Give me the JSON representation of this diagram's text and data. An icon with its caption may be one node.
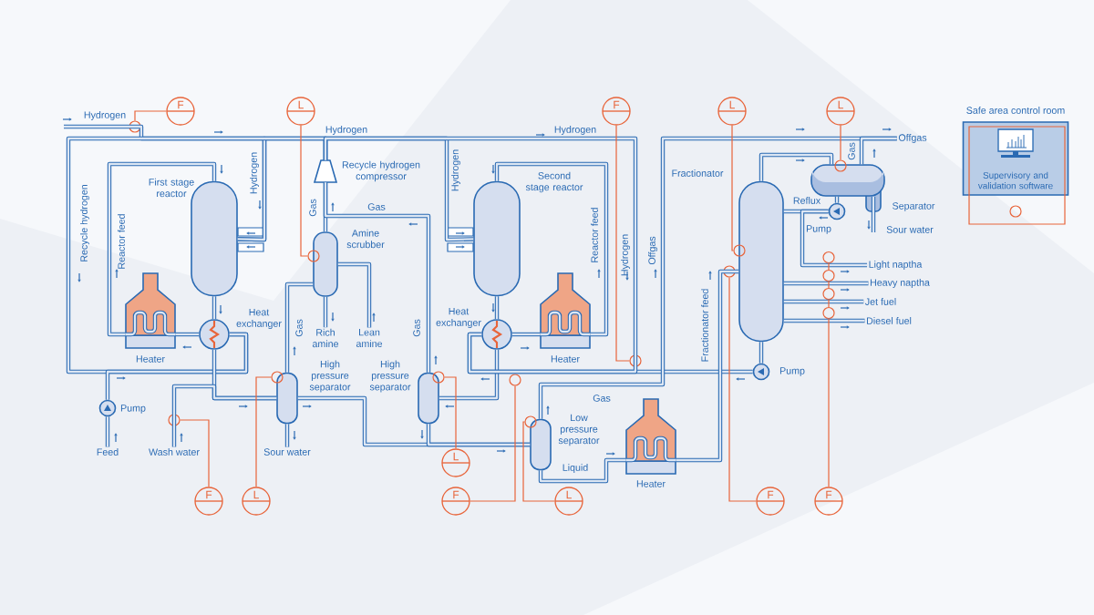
{
  "diagram": {
    "nodes": [
      {
        "text": [
          "First stage reactor"
        ]
      },
      {
        "text": [
          "Heater"
        ]
      },
      {
        "text": [
          "Heat exchanger"
        ]
      },
      {
        "text": [
          "Recycle hydrogen compressor"
        ]
      },
      {
        "text": [
          "Amine scrubber"
        ]
      },
      {
        "text": [
          "High pressure separator"
        ]
      },
      {
        "text": [
          "High pressure separator"
        ]
      },
      {
        "text": [
          "Second stage reactor"
        ]
      },
      {
        "text": [
          "Heat exchanger"
        ]
      },
      {
        "text": [
          "Heater"
        ]
      },
      {
        "text": [
          "Low pressure separator"
        ]
      },
      {
        "text": [
          "Heater"
        ]
      },
      {
        "text": [
          "Fractionator"
        ]
      },
      {
        "text": [
          "Separator"
        ]
      },
      {
        "text": [
          "Pump"
        ]
      },
      {
        "text": [
          "Pump"
        ]
      },
      {
        "text": [
          "Pump"
        ]
      },
      {
        "text": [
          "Safe area control room",
          "Supervisory and validation software"
        ]
      },
      {
        "text": [
          "F"
        ]
      },
      {
        "text": [
          "L"
        ]
      },
      {
        "text": [
          "F"
        ]
      },
      {
        "text": [
          "L"
        ]
      },
      {
        "text": [
          "L"
        ]
      },
      {
        "text": [
          "F"
        ]
      },
      {
        "text": [
          "L"
        ]
      },
      {
        "text": [
          "L"
        ]
      },
      {
        "text": [
          "F"
        ]
      },
      {
        "text": [
          "L"
        ]
      },
      {
        "text": [
          "F"
        ]
      },
      {
        "text": [
          "F"
        ]
      },
      {
        "text": [],
        "shape": "circle"
      },
      {
        "text": [],
        "shape": "circle"
      },
      {
        "text": [],
        "shape": "circle"
      },
      {
        "text": [],
        "shape": "circle"
      },
      {
        "text": [],
        "shape": "circle"
      },
      {
        "text": [],
        "shape": "circle"
      },
      {
        "text": [],
        "shape": "circle"
      },
      {
        "text": [],
        "shape": "circle"
      },
      {
        "text": [],
        "shape": "circle"
      },
      {
        "text": [],
        "shape": "circle"
      },
      {
        "text": [],
        "shape": "circle"
      },
      {
        "text": [],
        "shape": "circle"
      },
      {
        "text": [],
        "shape": "circle"
      },
      {
        "text": [],
        "shape": "circle"
      },
      {
        "text": [],
        "shape": "circle"
      },
      {
        "text": [
          "Feed"
        ]
      },
      {
        "text": [
          "Wash water"
        ]
      },
      {
        "text": [
          "Sour water"
        ]
      },
      {
        "text": [
          "Rich amine"
        ]
      },
      {
        "text": [
          "Lean amine"
        ]
      },
      {
        "text": [
          "Offgas"
        ]
      },
      {
        "text": [
          "Light naptha"
        ]
      },
      {
        "text": [
          "Heavy naptha"
        ]
      },
      {
        "text": [
          "Jet fuel"
        ]
      },
      {
        "text": [
          "Diesel fuel"
        ]
      }
    ],
    "edges": [
      {
        "from": null,
        "to": 0,
        "arrow": "none"
      },
      {
        "from": 3,
        "to": 0,
        "arrow": "none"
      },
      {
        "from": 3,
        "to": 7,
        "arrow": "none"
      },
      {
        "from": 3,
        "to": 2,
        "arrow": "none"
      },
      {
        "from": 16,
        "to": 2,
        "arrow": "none"
      },
      {
        "from": 2,
        "to": 1,
        "arrow": "none"
      },
      {
        "from": 1,
        "to": 0,
        "arrow": "none"
      },
      {
        "from": 0,
        "to": 2,
        "arrow": "none"
      },
      {
        "from": 2,
        "to": 5,
        "arrow": "none"
      },
      {
        "from": 46,
        "to": 5,
        "arrow": "none"
      },
      {
        "from": 45,
        "to": 16,
        "arrow": "none"
      },
      {
        "from": 5,
        "to": 47,
        "arrow": "none"
      },
      {
        "from": 5,
        "to": 4,
        "arrow": "none"
      },
      {
        "from": 4,
        "to": 3,
        "arrow": "none"
      },
      {
        "from": 4,
        "to": 48,
        "arrow": "none"
      },
      {
        "from": 49,
        "to": 4,
        "arrow": "none"
      },
      {
        "from": 6,
        "to": 3,
        "arrow": "none"
      },
      {
        "from": 5,
        "to": 10,
        "arrow": "none"
      },
      {
        "from": 6,
        "to": 10,
        "arrow": "none"
      },
      {
        "from": 7,
        "to": 8,
        "arrow": "none"
      },
      {
        "from": 8,
        "to": 6,
        "arrow": "none"
      },
      {
        "from": 8,
        "to": 9,
        "arrow": "none"
      },
      {
        "from": 9,
        "to": 7,
        "arrow": "none"
      },
      {
        "from": 15,
        "to": 8,
        "arrow": "none"
      },
      {
        "from": 3,
        "to": 8,
        "arrow": "none"
      },
      {
        "from": 10,
        "to": 50,
        "arrow": "none"
      },
      {
        "from": 13,
        "to": 50,
        "arrow": "none"
      },
      {
        "from": 10,
        "to": 11,
        "arrow": "none"
      },
      {
        "from": 11,
        "to": 12,
        "arrow": "none"
      },
      {
        "from": 12,
        "to": 13,
        "arrow": "none"
      },
      {
        "from": 13,
        "to": 14,
        "arrow": "none"
      },
      {
        "from": 14,
        "to": 12,
        "arrow": "none"
      },
      {
        "from": 14,
        "to": 51,
        "arrow": "none"
      },
      {
        "from": 12,
        "to": 52,
        "arrow": "none"
      },
      {
        "from": 12,
        "to": 53,
        "arrow": "none"
      },
      {
        "from": 12,
        "to": 54,
        "arrow": "none"
      },
      {
        "from": 13,
        "to": null,
        "arrow": "none"
      },
      {
        "from": 12,
        "to": 15,
        "arrow": "none"
      },
      {
        "from": 18,
        "to": 30,
        "arrow": "none",
        "color": "#e8643a"
      },
      {
        "from": 19,
        "to": 31,
        "arrow": "none",
        "color": "#e8643a"
      },
      {
        "from": 20,
        "to": 32,
        "arrow": "none",
        "color": "#e8643a"
      },
      {
        "from": 21,
        "to": 33,
        "arrow": "none",
        "color": "#e8643a"
      },
      {
        "from": 22,
        "to": 34,
        "arrow": "none",
        "color": "#e8643a"
      },
      {
        "from": 23,
        "to": 35,
        "arrow": "none",
        "color": "#e8643a"
      },
      {
        "from": 24,
        "to": 36,
        "arrow": "none",
        "color": "#e8643a"
      },
      {
        "from": 25,
        "to": 37,
        "arrow": "none",
        "color": "#e8643a"
      },
      {
        "from": 26,
        "to": 38,
        "arrow": "none",
        "color": "#e8643a"
      },
      {
        "from": 27,
        "to": 39,
        "arrow": "none",
        "color": "#e8643a"
      },
      {
        "from": 28,
        "to": 40,
        "arrow": "none",
        "color": "#e8643a"
      },
      {
        "from": 29,
        "to": 44,
        "arrow": "none",
        "color": "#e8643a"
      },
      {
        "from": 44,
        "to": 43,
        "arrow": "none",
        "color": "#e8643a"
      },
      {
        "from": 43,
        "to": 42,
        "arrow": "none",
        "color": "#e8643a"
      },
      {
        "from": 42,
        "to": 41,
        "arrow": "none",
        "color": "#e8643a"
      }
    ],
    "labels": [
      "Hydrogen",
      "Recycle hydrogen",
      "Reactor feed",
      "Hydrogen",
      "Hydrogen",
      "Gas",
      "Gas",
      "Gas",
      "Gas",
      "Hydrogen",
      "Hydrogen",
      "Reactor feed",
      "Hydrogen",
      "Offgas",
      "Gas",
      "Reflux",
      "Sour water",
      "Fractionator feed",
      "Gas",
      "Liquid"
    ]
  }
}
